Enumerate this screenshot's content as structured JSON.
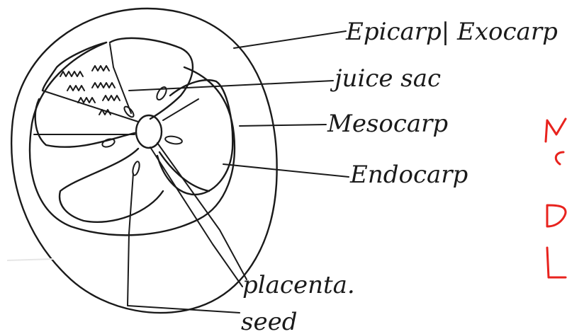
{
  "labels": {
    "epicarp": "Epicarp| Exocarp",
    "juice_sac": "juice sac",
    "mesocarp": "Mesocarp",
    "endocarp": "Endocarp",
    "placenta": "placenta.",
    "seed": "seed"
  },
  "colors": {
    "ink": "#1a1a1a",
    "margin_ink": "#e8231e",
    "paper": "#ffffff"
  }
}
